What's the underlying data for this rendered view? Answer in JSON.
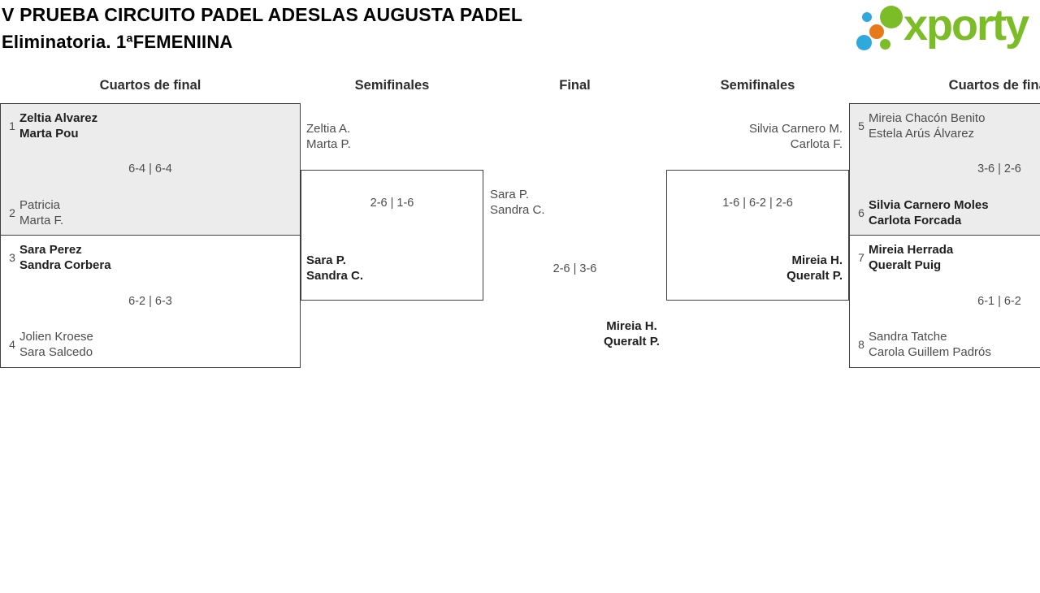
{
  "page": {
    "title": "V PRUEBA CIRCUITO PADEL ADESLAS AUGUSTA PADEL",
    "subtitle": "Eliminatoria. 1ªFEMENIINA"
  },
  "logo": {
    "text": "xporty",
    "brand_green": "#7cbc27",
    "brand_blue": "#2ea8dd",
    "brand_orange": "#e8791b"
  },
  "columns": {
    "qf_left": "Cuartos de final",
    "sf_left": "Semifinales",
    "final": "Final",
    "sf_right": "Semifinales",
    "qf_right": "Cuartos de final"
  },
  "colors": {
    "box_shaded_bg": "#ececec",
    "box_border": "#3f3f3f",
    "winner_text": "#1f1f1f",
    "muted_text": "#4d4d4d"
  },
  "matches": {
    "qf1": {
      "seed1": "1",
      "t1a": "Zeltia Alvarez",
      "t1b": "Marta Pou",
      "score": "6-4 | 6-4",
      "seed2": "2",
      "t2a": "Patricia",
      "t2b": "Marta F."
    },
    "qf2": {
      "seed1": "3",
      "t1a": "Sara Perez",
      "t1b": "Sandra Corbera",
      "score": "6-2 | 6-3",
      "seed2": "4",
      "t2a": "Jolien Kroese",
      "t2b": "Sara Salcedo"
    },
    "sf_left": {
      "t1a": "Zeltia A.",
      "t1b": "Marta P.",
      "score": "2-6 | 1-6",
      "t2a": "Sara P.",
      "t2b": "Sandra C."
    },
    "final": {
      "t1a": "Sara P.",
      "t1b": "Sandra C.",
      "score": "2-6 | 3-6",
      "winner_a": "Mireia H.",
      "winner_b": "Queralt P."
    },
    "sf_right": {
      "t1a": "Silvia Carnero M.",
      "t1b": "Carlota F.",
      "score": "1-6 | 6-2 | 2-6",
      "t2a": "Mireia H.",
      "t2b": "Queralt P."
    },
    "qf3": {
      "seed1": "5",
      "t1a": "Mireia Chacón Benito",
      "t1b": "Estela Arús Álvarez",
      "score": "3-6 | 2-6",
      "seed2": "6",
      "t2a": "Silvia Carnero Moles",
      "t2b": "Carlota Forcada"
    },
    "qf4": {
      "seed1": "7",
      "t1a": "Mireia Herrada",
      "t1b": "Queralt Puig",
      "score": "6-1 | 6-2",
      "seed2": "8",
      "t2a": "Sandra Tatche",
      "t2b": "Carola Guillem Padrós"
    }
  }
}
